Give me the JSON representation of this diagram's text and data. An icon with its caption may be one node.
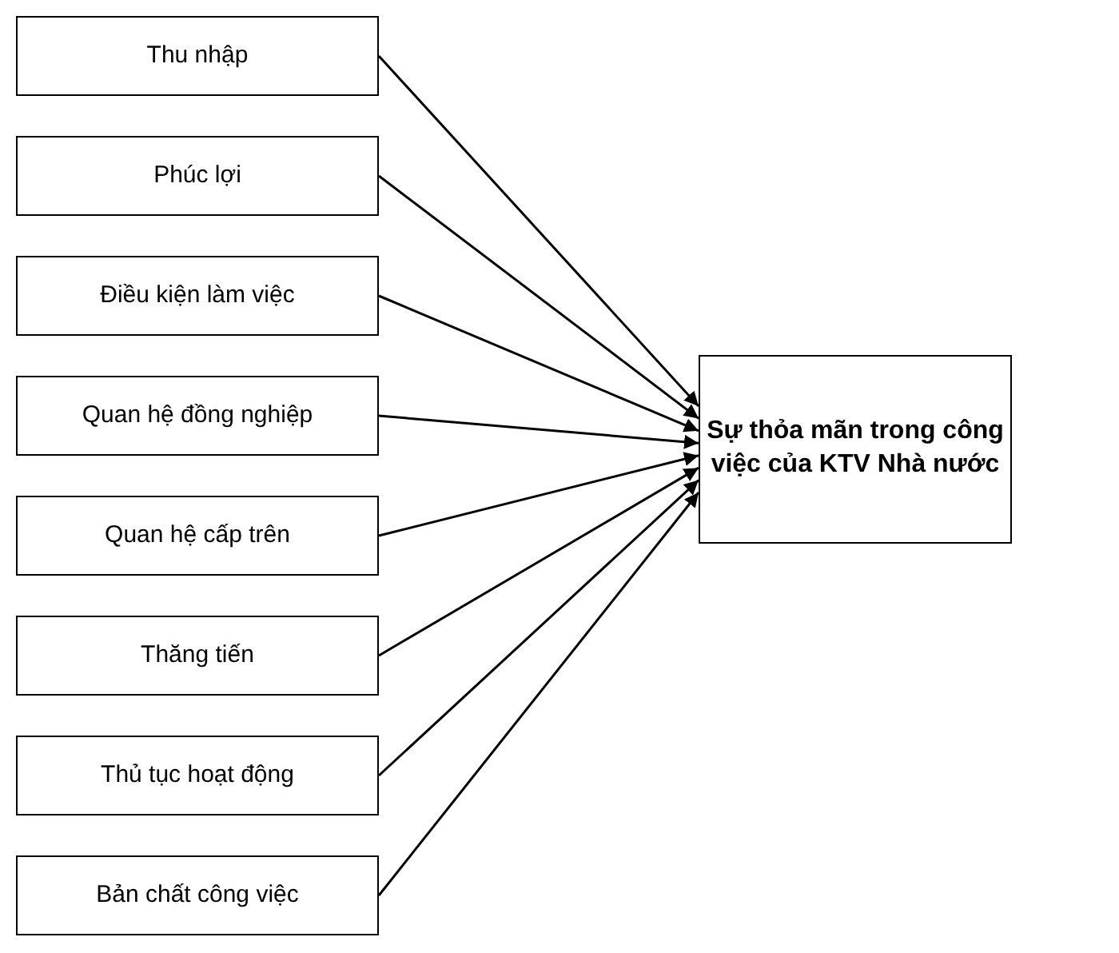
{
  "diagram": {
    "nodes": [
      {
        "text": [
          "Thu nhập"
        ]
      },
      {
        "text": [
          "Phúc lợi"
        ]
      },
      {
        "text": [
          "Điều kiện làm việc"
        ]
      },
      {
        "text": [
          "Quan hệ đồng nghiệp"
        ]
      },
      {
        "text": [
          "Quan hệ cấp trên"
        ]
      },
      {
        "text": [
          "Thăng tiến"
        ]
      },
      {
        "text": [
          "Thủ tục hoạt động"
        ]
      },
      {
        "text": [
          "Bản chất công việc"
        ]
      },
      {
        "text": [
          "Sự thỏa mãn trong công việc của KTV Nhà nước"
        ]
      }
    ],
    "edges": [
      {
        "from": 0,
        "to": 8,
        "arrow": "to"
      },
      {
        "from": 1,
        "to": 8,
        "arrow": "to"
      },
      {
        "from": 2,
        "to": 8,
        "arrow": "to"
      },
      {
        "from": 3,
        "to": 8,
        "arrow": "to"
      },
      {
        "from": 4,
        "to": 8,
        "arrow": "to"
      },
      {
        "from": 5,
        "to": 8,
        "arrow": "to"
      },
      {
        "from": 6,
        "to": 8,
        "arrow": "to"
      },
      {
        "from": 7,
        "to": 8,
        "arrow": "to"
      }
    ]
  }
}
